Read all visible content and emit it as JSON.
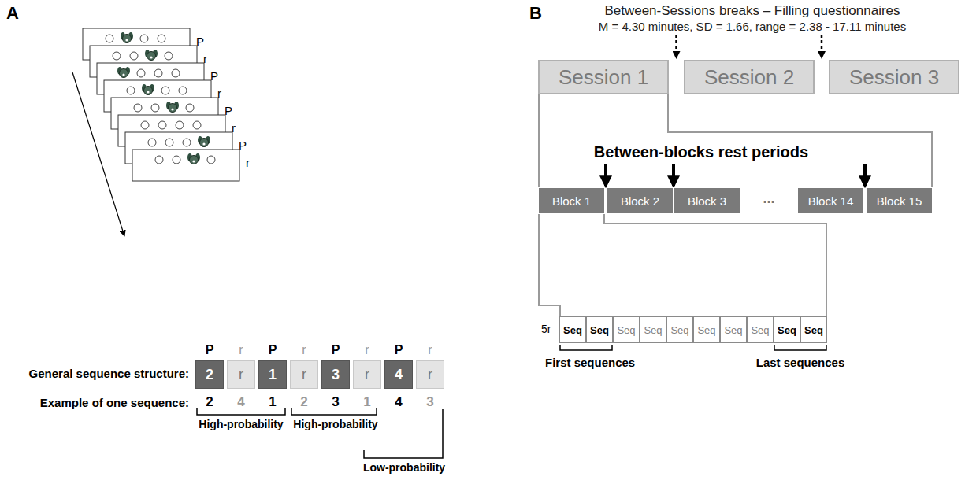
{
  "diagram": {
    "nodes": [
      {
        "text": [
          "2"
        ]
      },
      {
        "text": [
          "r"
        ]
      },
      {
        "text": [
          "1"
        ]
      },
      {
        "text": [
          "r"
        ]
      },
      {
        "text": [
          "3"
        ]
      },
      {
        "text": [
          "r"
        ]
      },
      {
        "text": [
          "4"
        ]
      },
      {
        "text": [
          "r"
        ]
      },
      {
        "text": [
          "Session 1"
        ]
      },
      {
        "text": [
          "Session 2"
        ]
      },
      {
        "text": [
          "Session 3"
        ]
      },
      {
        "text": [
          "Block 1"
        ]
      },
      {
        "text": [
          "Block 2"
        ]
      },
      {
        "text": [
          "Block 3"
        ]
      },
      {
        "text": [
          "Block 14"
        ]
      },
      {
        "text": [
          "Block 15"
        ]
      },
      {
        "text": [
          "Seq"
        ]
      },
      {
        "text": [
          "Seq"
        ]
      },
      {
        "text": [
          "Seq"
        ]
      },
      {
        "text": [
          "Seq"
        ]
      },
      {
        "text": [
          "Seq"
        ]
      },
      {
        "text": [
          "Seq"
        ]
      },
      {
        "text": [
          "Seq"
        ]
      },
      {
        "text": [
          "Seq"
        ]
      },
      {
        "text": [
          "Seq"
        ]
      },
      {
        "text": [
          "Seq"
        ]
      }
    ],
    "edges": [
      {
        "from": 8,
        "to": 11,
        "arrow": "none"
      },
      {
        "from": 8,
        "to": 15,
        "arrow": "none"
      },
      {
        "from": 11,
        "to": 16,
        "arrow": "none"
      },
      {
        "from": 11,
        "to": 25,
        "arrow": "none"
      }
    ],
    "labels": [
      "A",
      "P",
      "r",
      "P",
      "r",
      "P",
      "r",
      "P",
      "r",
      "P",
      "r",
      "P",
      "r",
      "P",
      "r",
      "P",
      "r",
      "General sequence structure:",
      "Example of one sequence:",
      "2",
      "4",
      "1",
      "2",
      "3",
      "1",
      "4",
      "3",
      "High-probability",
      "High-probability",
      "Low-probability",
      "B",
      "Between-Sessions breaks – Filling questionnaires",
      "M = 4.30 minutes, SD = 1.66, range = 2.38 - 17.11 minutes",
      "Between-blocks rest periods",
      "...",
      "5r",
      "First sequences",
      "Last sequences"
    ]
  }
}
